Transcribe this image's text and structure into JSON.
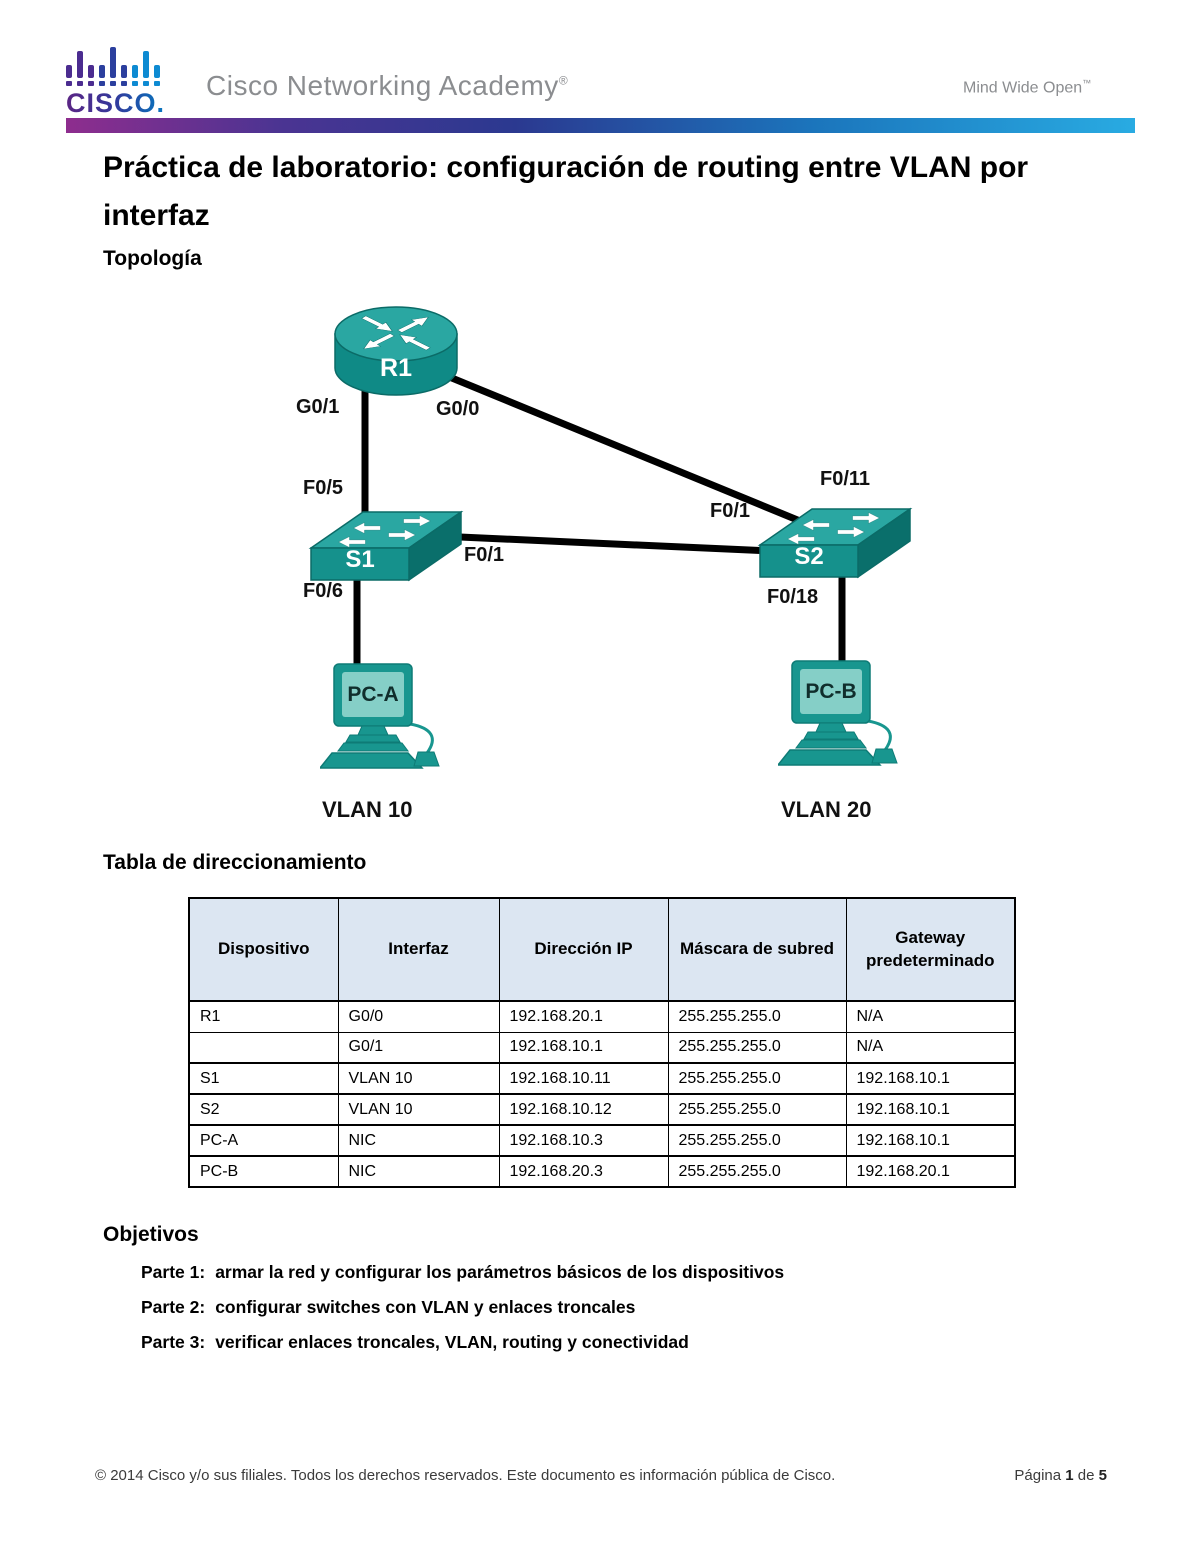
{
  "header": {
    "brand_wordmark": "CISCO.",
    "academy_title": "Cisco Networking Academy",
    "academy_registered": "®",
    "tagline": "Mind Wide Open",
    "tagline_tm": "™"
  },
  "document": {
    "title": "Práctica de laboratorio: configuración de routing entre VLAN por interfaz",
    "section_topology": "Topología",
    "section_addressing": "Tabla de direccionamiento",
    "section_objectives": "Objetivos"
  },
  "topology": {
    "devices": {
      "router": "R1",
      "switch_left": "S1",
      "switch_right": "S2",
      "pc_left": "PC-A",
      "pc_right": "PC-B"
    },
    "interfaces": {
      "g01": "G0/1",
      "g00": "G0/0",
      "f05": "F0/5",
      "f01_s1": "F0/1",
      "f01_s2": "F0/1",
      "f011": "F0/11",
      "f06": "F0/6",
      "f018": "F0/18"
    },
    "vlans": {
      "left": "VLAN 10",
      "right": "VLAN 20"
    }
  },
  "addressing_table": {
    "headers": [
      "Dispositivo",
      "Interfaz",
      "Dirección IP",
      "Máscara de subred",
      "Gateway predeterminado"
    ],
    "rows": [
      [
        "R1",
        "G0/0",
        "192.168.20.1",
        "255.255.255.0",
        "N/A"
      ],
      [
        "",
        "G0/1",
        "192.168.10.1",
        "255.255.255.0",
        "N/A"
      ],
      [
        "S1",
        "VLAN 10",
        "192.168.10.11",
        "255.255.255.0",
        "192.168.10.1"
      ],
      [
        "S2",
        "VLAN 10",
        "192.168.10.12",
        "255.255.255.0",
        "192.168.10.1"
      ],
      [
        "PC-A",
        "NIC",
        "192.168.10.3",
        "255.255.255.0",
        "192.168.10.1"
      ],
      [
        "PC-B",
        "NIC",
        "192.168.20.3",
        "255.255.255.0",
        "192.168.20.1"
      ]
    ]
  },
  "objectives": [
    {
      "part": "Parte 1:",
      "text": "armar la red y configurar los parámetros básicos de los dispositivos"
    },
    {
      "part": "Parte 2:",
      "text": "configurar switches con VLAN y enlaces troncales"
    },
    {
      "part": "Parte 3:",
      "text": "verificar enlaces troncales, VLAN, routing y conectividad"
    }
  ],
  "footer": {
    "copyright": "© 2014 Cisco y/o sus filiales. Todos los derechos reservados. Este documento es información pública de Cisco.",
    "page_label": "Página",
    "page_number": "1",
    "page_connector": "de",
    "page_total": "5"
  },
  "colors": {
    "device_teal": "#18968f",
    "device_teal_light": "#2aa7a2",
    "device_teal_dark": "#0a6f6b",
    "pc_screen": "#85cfc7",
    "table_header_bg": "#dce6f2",
    "banner_gradient_start": "#8e2d8e",
    "banner_gradient_mid": "#2b3990",
    "banner_gradient_end": "#29abe2",
    "cisco_purple": "#5b2584",
    "cisco_blue": "#0d9bd9",
    "gray_brand_text": "#8b8d90"
  }
}
